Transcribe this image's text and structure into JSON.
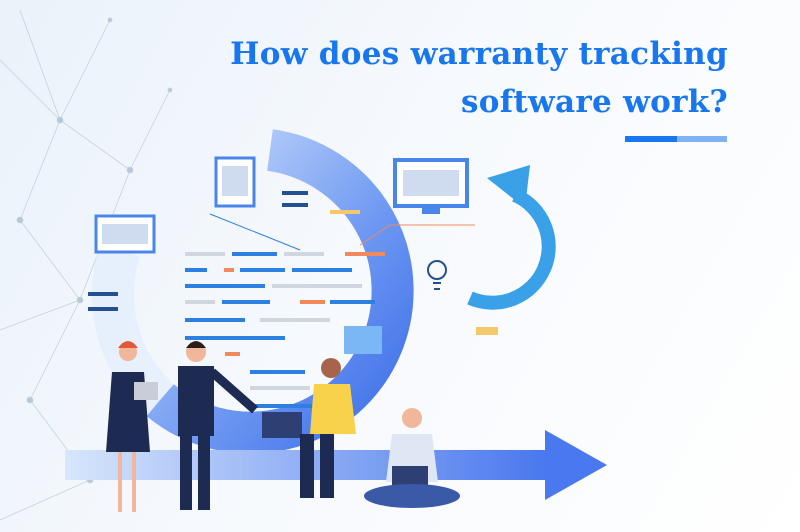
{
  "title": {
    "line1": "How does warranty tracking",
    "line2": "software work?"
  },
  "colors": {
    "title": "#1877ee",
    "accent_light": "#7fb2f5",
    "ring": "#5b8cf0",
    "code_orange": "#f08a5d",
    "code_blue": "#2d7fe0"
  },
  "icons": [
    "network-background",
    "monitor-icon",
    "document-icon",
    "arrows-icon",
    "lightbulb-icon",
    "chat-bubble-icon",
    "cycle-arrow-icon",
    "people-illustration"
  ]
}
